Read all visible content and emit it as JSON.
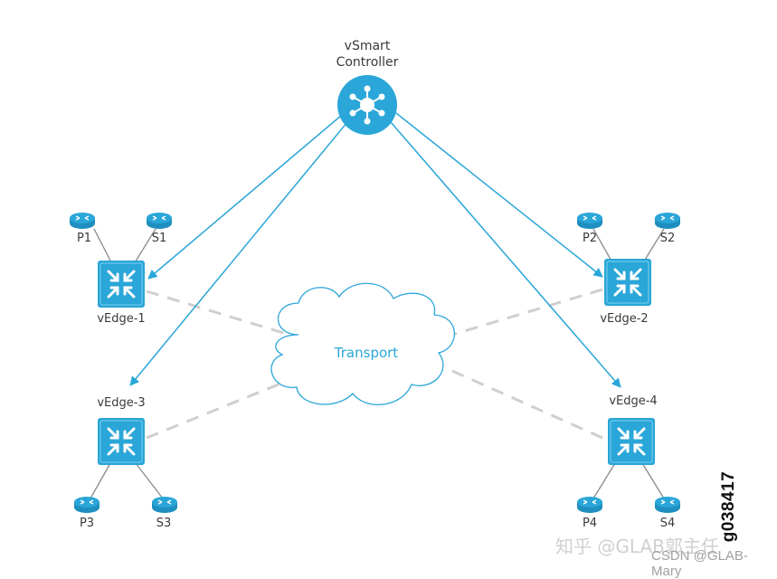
{
  "controller": {
    "line1": "vSmart",
    "line2": "Controller"
  },
  "cloud": {
    "label": "Transport"
  },
  "edges": [
    {
      "label": "vEdge-1"
    },
    {
      "label": "vEdge-2"
    },
    {
      "label": "vEdge-3"
    },
    {
      "label": "vEdge-4"
    }
  ],
  "routers": {
    "p1": "P1",
    "s1": "S1",
    "p2": "P2",
    "s2": "S2",
    "p3": "P3",
    "s3": "S3",
    "p4": "P4",
    "s4": "S4"
  },
  "figure_id": "g038417",
  "watermark": {
    "zhihu": "知乎 @GLAB郭主任",
    "csdn": "CSDN @GLAB-Mary"
  },
  "colors": {
    "accent": "#2aa6d8",
    "device_fill": "#2aa6d8",
    "dashed_link": "#cfcfcf",
    "text": "#3a3a3a"
  }
}
